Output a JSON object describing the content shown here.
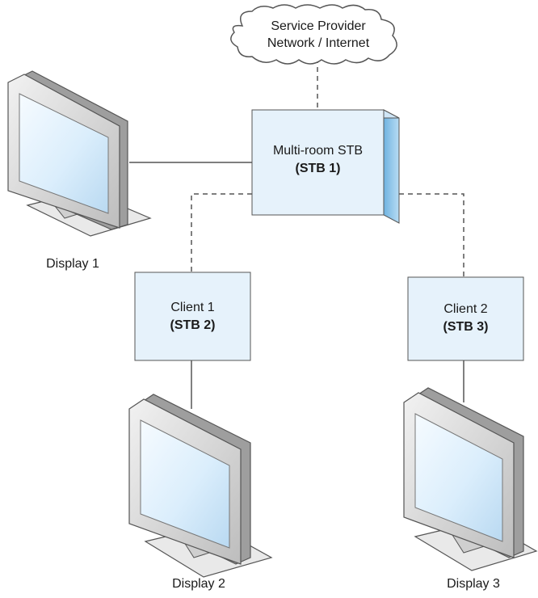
{
  "cloud": {
    "line1": "Service Provider",
    "line2": "Network / Internet"
  },
  "main_stb": {
    "line1": "Multi-room STB",
    "line2": "(STB 1)"
  },
  "client1": {
    "line1": "Client 1",
    "line2": "(STB 2)"
  },
  "client2": {
    "line1": "Client 2",
    "line2": "(STB 3)"
  },
  "displays": {
    "d1": "Display 1",
    "d2": "Display 2",
    "d3": "Display 3"
  },
  "colors": {
    "box_fill": "#e6f2fb",
    "box_side": "#8ec5ea",
    "line": "#555555",
    "screen": "#dfeefb"
  }
}
